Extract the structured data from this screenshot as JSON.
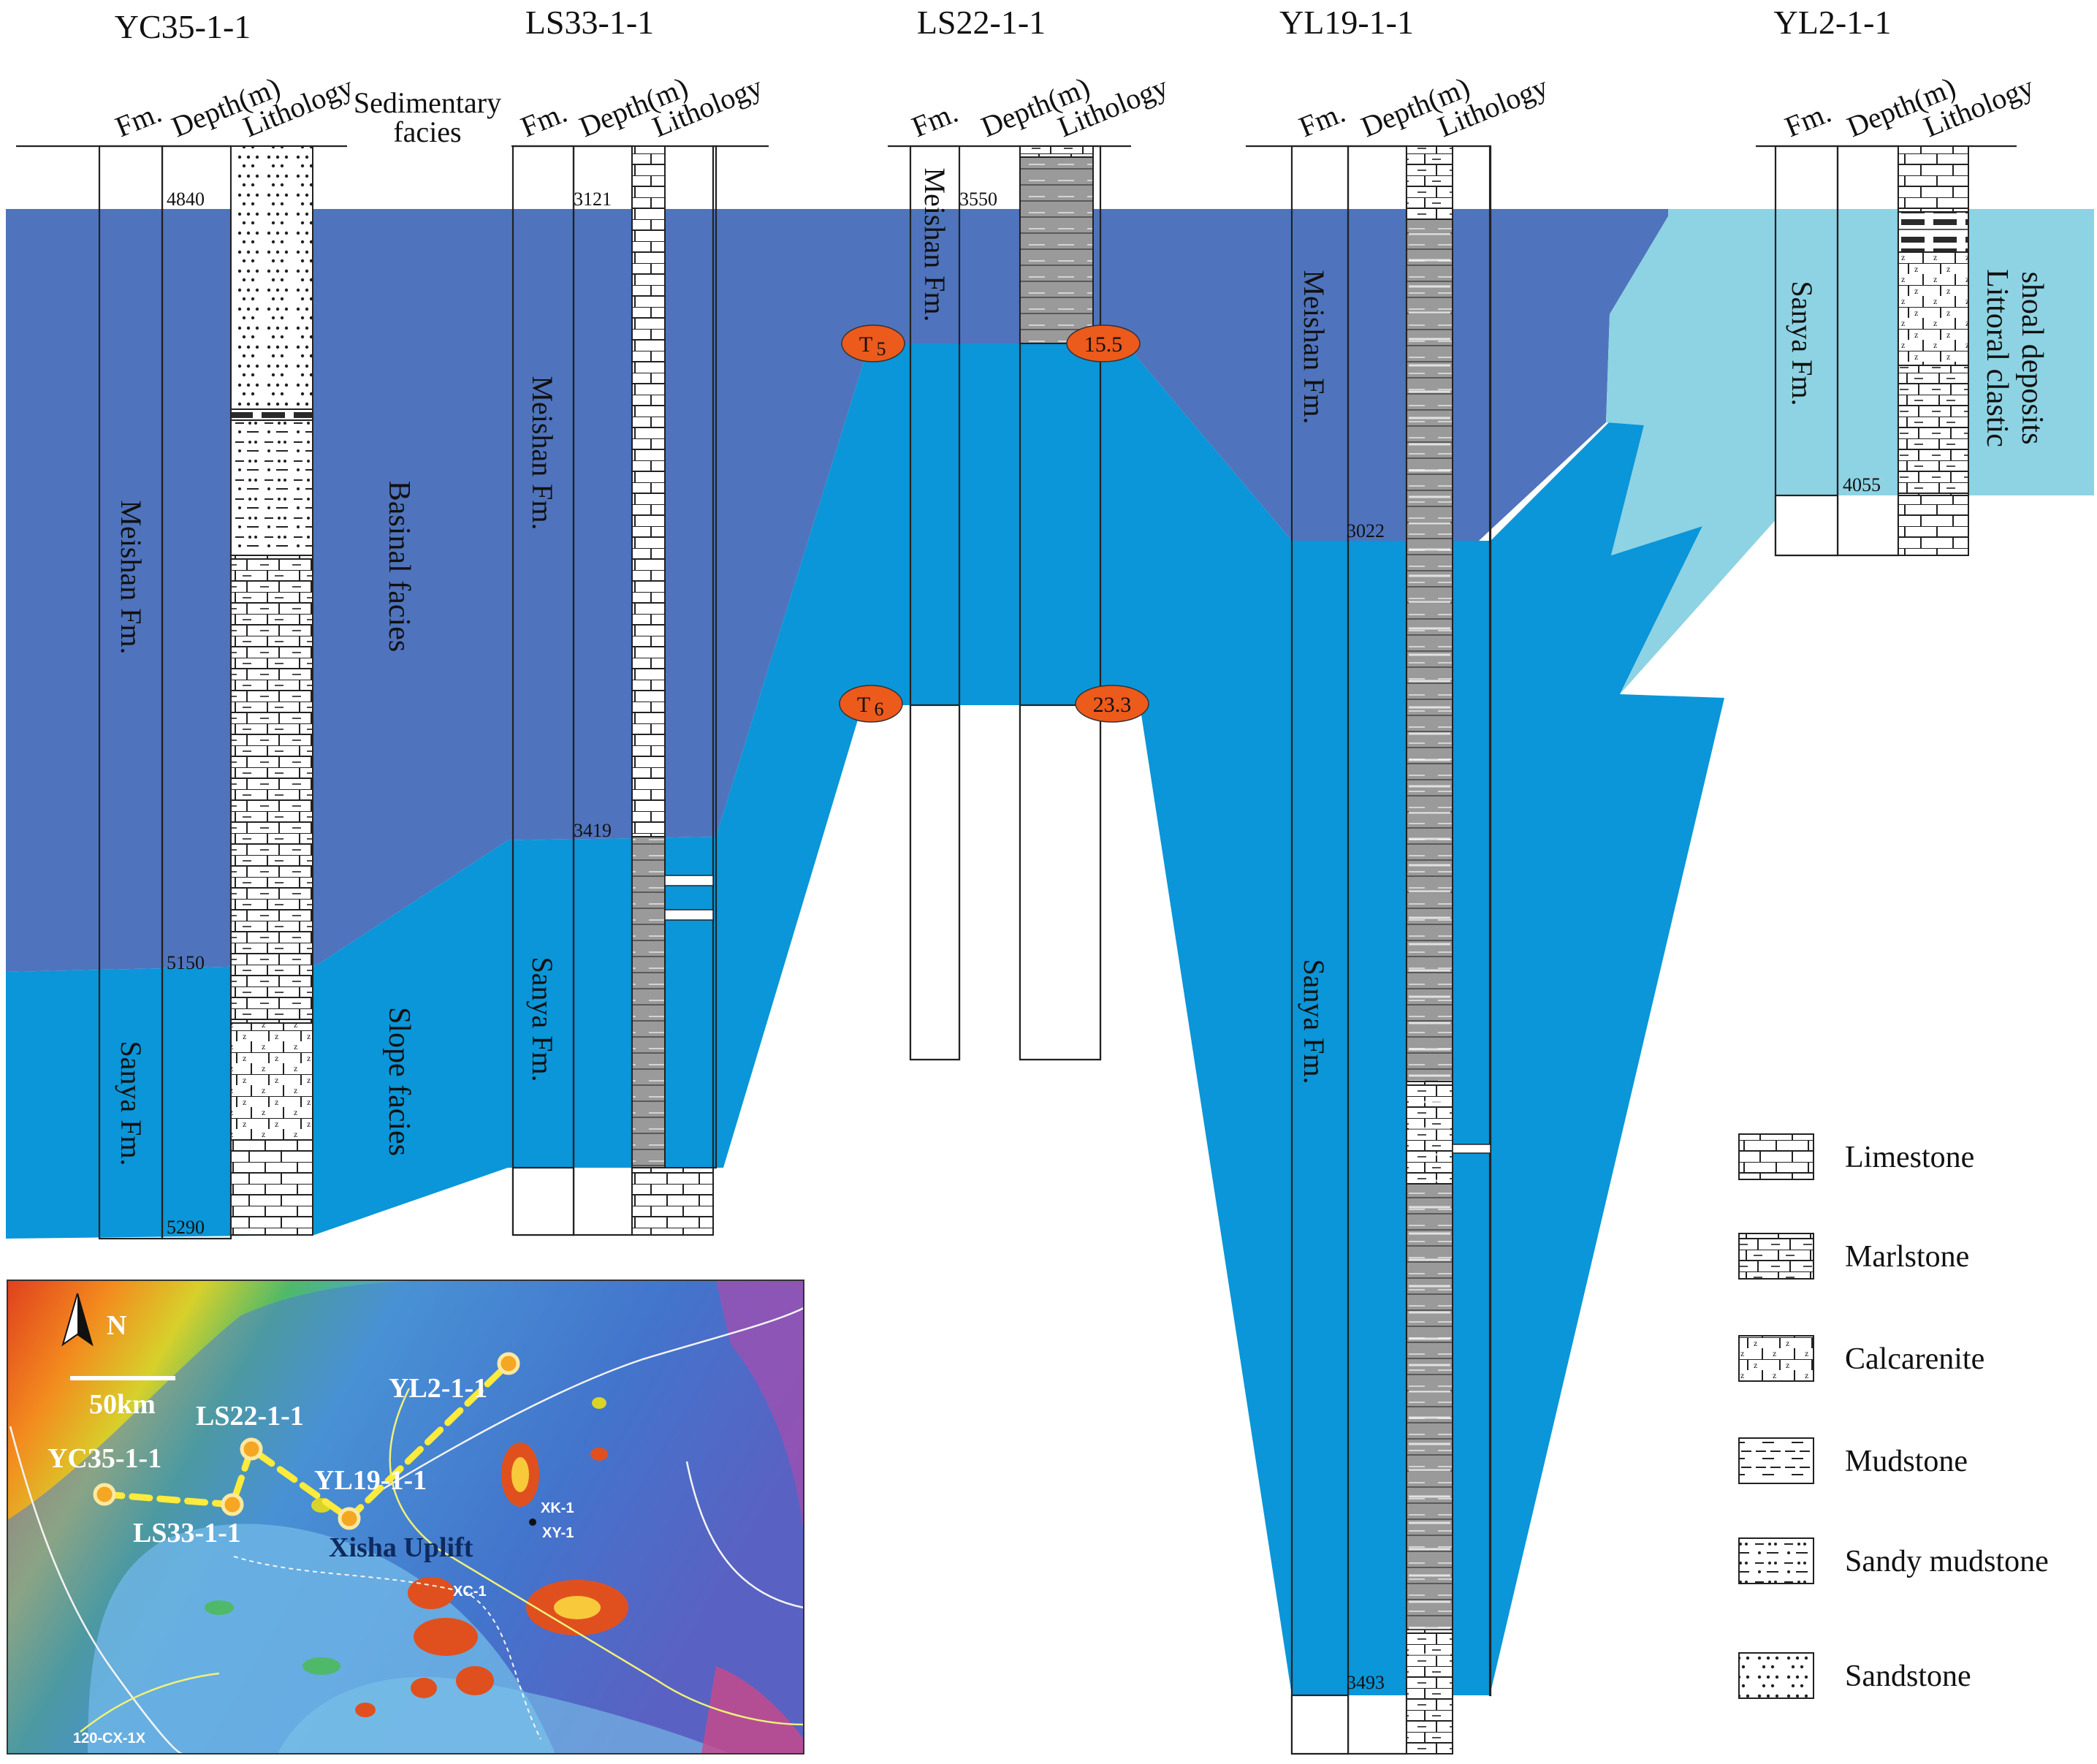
{
  "colors": {
    "meishan": "#4f74bd",
    "sanya": "#0a96d8",
    "littoral": "#8dd3e3",
    "horizon": "#ec5a1c",
    "lith_white": "#ffffff",
    "lith_gray": "#9a9a9a",
    "map_route": "#ffeb3b"
  },
  "header": {
    "fm": "Fm.",
    "depth": "Depth(m)",
    "lithology": "Lithology",
    "sed1": "Sedimentary",
    "sed2": "facies"
  },
  "wells": [
    {
      "name": "YC35-1-1",
      "depth_top": "4840",
      "depth_boundary": "5150",
      "depth_bottom": "5290",
      "fm_upper": "Meishan Fm.",
      "fm_lower": "Sanya Fm."
    },
    {
      "name": "LS33-1-1",
      "depth_top": "3121",
      "depth_boundary": "3419",
      "fm_upper": "Meishan Fm.",
      "fm_lower": "Sanya Fm."
    },
    {
      "name": "LS22-1-1",
      "depth_top": "3550",
      "fm_upper": "Meishan Fm."
    },
    {
      "name": "YL19-1-1",
      "depth_boundary": "3022",
      "depth_bottom": "3493",
      "fm_upper": "Meishan Fm.",
      "fm_lower": "Sanya Fm."
    },
    {
      "name": "YL2-1-1",
      "depth_boundary": "4055",
      "fm_upper": "Sanya Fm."
    }
  ],
  "facies": {
    "basinal": "Basinal facies",
    "slope": "Slope facies",
    "littoral1": "Littoral clastic",
    "littoral2": "shoal deposits"
  },
  "horizons": [
    {
      "name": "T",
      "sub": "5",
      "age": "15.5"
    },
    {
      "name": "T",
      "sub": "6",
      "age": "23.3"
    }
  ],
  "legend": [
    "Limestone",
    "Marlstone",
    "Calcarenite",
    "Mudstone",
    "Sandy mudstone",
    "Sandstone"
  ],
  "map": {
    "north": "N",
    "scale": "50km",
    "wells": [
      "YC35-1-1",
      "LS33-1-1",
      "LS22-1-1",
      "YL19-1-1",
      "YL2-1-1"
    ],
    "other_wells": [
      "XK-1",
      "XY-1",
      "XC-1",
      "120-CX-1X"
    ],
    "region": "Xisha Uplift"
  }
}
